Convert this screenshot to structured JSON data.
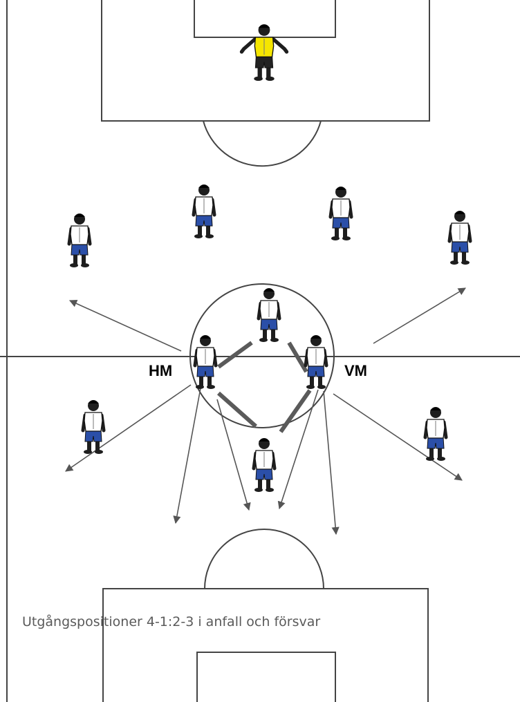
{
  "diagram": {
    "caption": "Utgångspositioner 4-1:2-3 i anfall och försvar",
    "labels": {
      "left_midfielder": "HM",
      "right_midfielder": "VM"
    },
    "colors": {
      "pitch_line": "#444444",
      "arrow": "#555555",
      "link": "#5a5a5a",
      "outfield_shirt": "#ffffff",
      "outfield_shorts": "#2b4fa8",
      "keeper_shirt": "#f5e600",
      "keeper_shorts": "#222222",
      "skin": "#1e1e1e"
    },
    "players": [
      {
        "role": "goalkeeper"
      },
      {
        "role": "outfield"
      },
      {
        "role": "outfield"
      },
      {
        "role": "outfield"
      },
      {
        "role": "outfield"
      },
      {
        "role": "outfield"
      },
      {
        "role": "outfield"
      },
      {
        "role": "outfield"
      },
      {
        "role": "outfield"
      },
      {
        "role": "outfield"
      },
      {
        "role": "outfield"
      }
    ]
  }
}
